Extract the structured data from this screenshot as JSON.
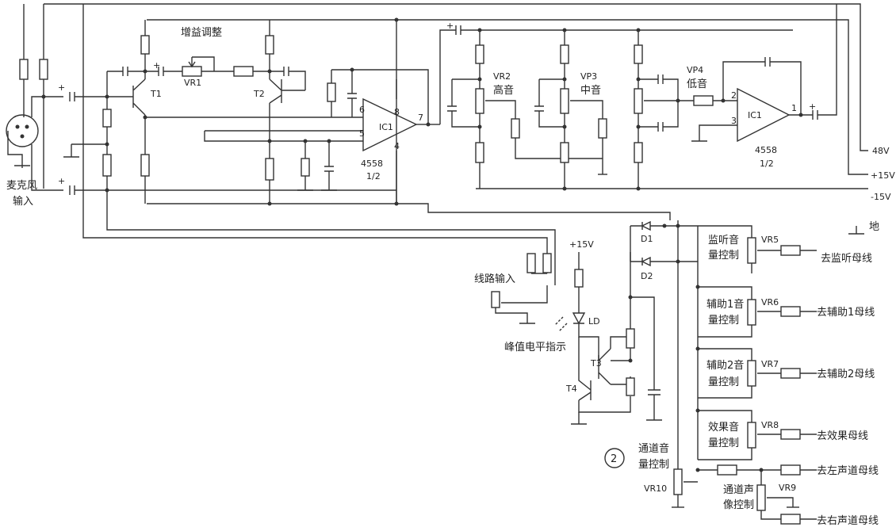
{
  "labels": {
    "mic_in_1": "麦克风",
    "mic_in_2": "输入",
    "gain": "增益调整",
    "vr1": "VR1",
    "t1": "T1",
    "t2": "T2",
    "ic1a": "IC1",
    "ic1a_type": "4558",
    "ic1a_half": "1/2",
    "pin6": "6",
    "pin5": "5",
    "pin8": "8",
    "pin4": "4",
    "pin7": "7",
    "vr2": "VR2",
    "treble": "高音",
    "vr3": "VP3",
    "mid": "中音",
    "vr4": "VP4",
    "bass": "低音",
    "ic1b": "IC1",
    "ic1b_type": "4558",
    "ic1b_half": "1/2",
    "pin2": "2",
    "pin3": "3",
    "pin1": "1",
    "v48": "48V",
    "v15p": "+15V",
    "v15n": "-15V",
    "ground": "地",
    "line_in": "线路输入",
    "plus15": "+15V",
    "ld": "LD",
    "peak": "峰值电平指示",
    "t3": "T3",
    "t4": "T4",
    "d1": "D1",
    "d2": "D2",
    "circle_num": "2",
    "ch_vol_1": "通道音",
    "ch_vol_2": "量控制",
    "vr10": "VR10",
    "mon_1": "监听音",
    "mon_2": "量控制",
    "vr5": "VR5",
    "to_mon": "去监听母线",
    "aux1_1": "辅助1音",
    "aux1_2": "量控制",
    "vr6": "VR6",
    "to_aux1": "去辅助1母线",
    "aux2_1": "辅助2音",
    "aux2_2": "量控制",
    "vr7": "VR7",
    "to_aux2": "去辅助2母线",
    "fx_1": "效果音",
    "fx_2": "量控制",
    "vr8": "VR8",
    "to_fx": "去效果母线",
    "to_left": "去左声道母线",
    "pan_1": "通道声",
    "pan_2": "像控制",
    "vr9": "VR9",
    "to_right": "去右声道母线",
    "plus": "+"
  }
}
